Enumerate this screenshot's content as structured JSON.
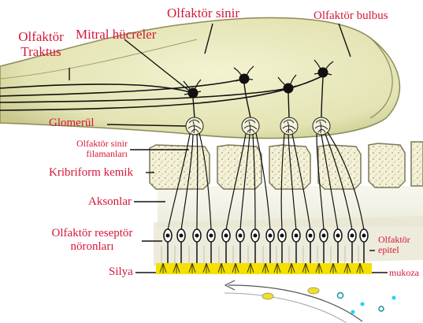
{
  "labels": {
    "olfactory_tract": "Olfaktör\nTraktus",
    "mitral_cells": "Mitral hücreler",
    "olfactory_nerve": "Olfaktör sinir",
    "olfactory_bulb": "Olfaktör bulbus",
    "glomerulus": "Glomerül",
    "nerve_filaments": "Olfaktör sinir\nfilamanları",
    "cribriform_bone": "Kribriform kemik",
    "axons": "Aksonlar",
    "receptor_neurons": "Olfaktör reseptör\nnöronları",
    "cilia": "Silya",
    "olfactory_epithelium": "Olfaktör\nepitel",
    "mucus": "mukoza"
  },
  "colors": {
    "label": "#d4183a",
    "bulb_fill": "#e6e6b8",
    "bone_fill": "#f2efd2",
    "cilia_yellow": "#f5e000",
    "odor_cyan": "#22d4f0",
    "odor_yellow": "#f0e020",
    "odor_teal": "#1a8fa0"
  }
}
